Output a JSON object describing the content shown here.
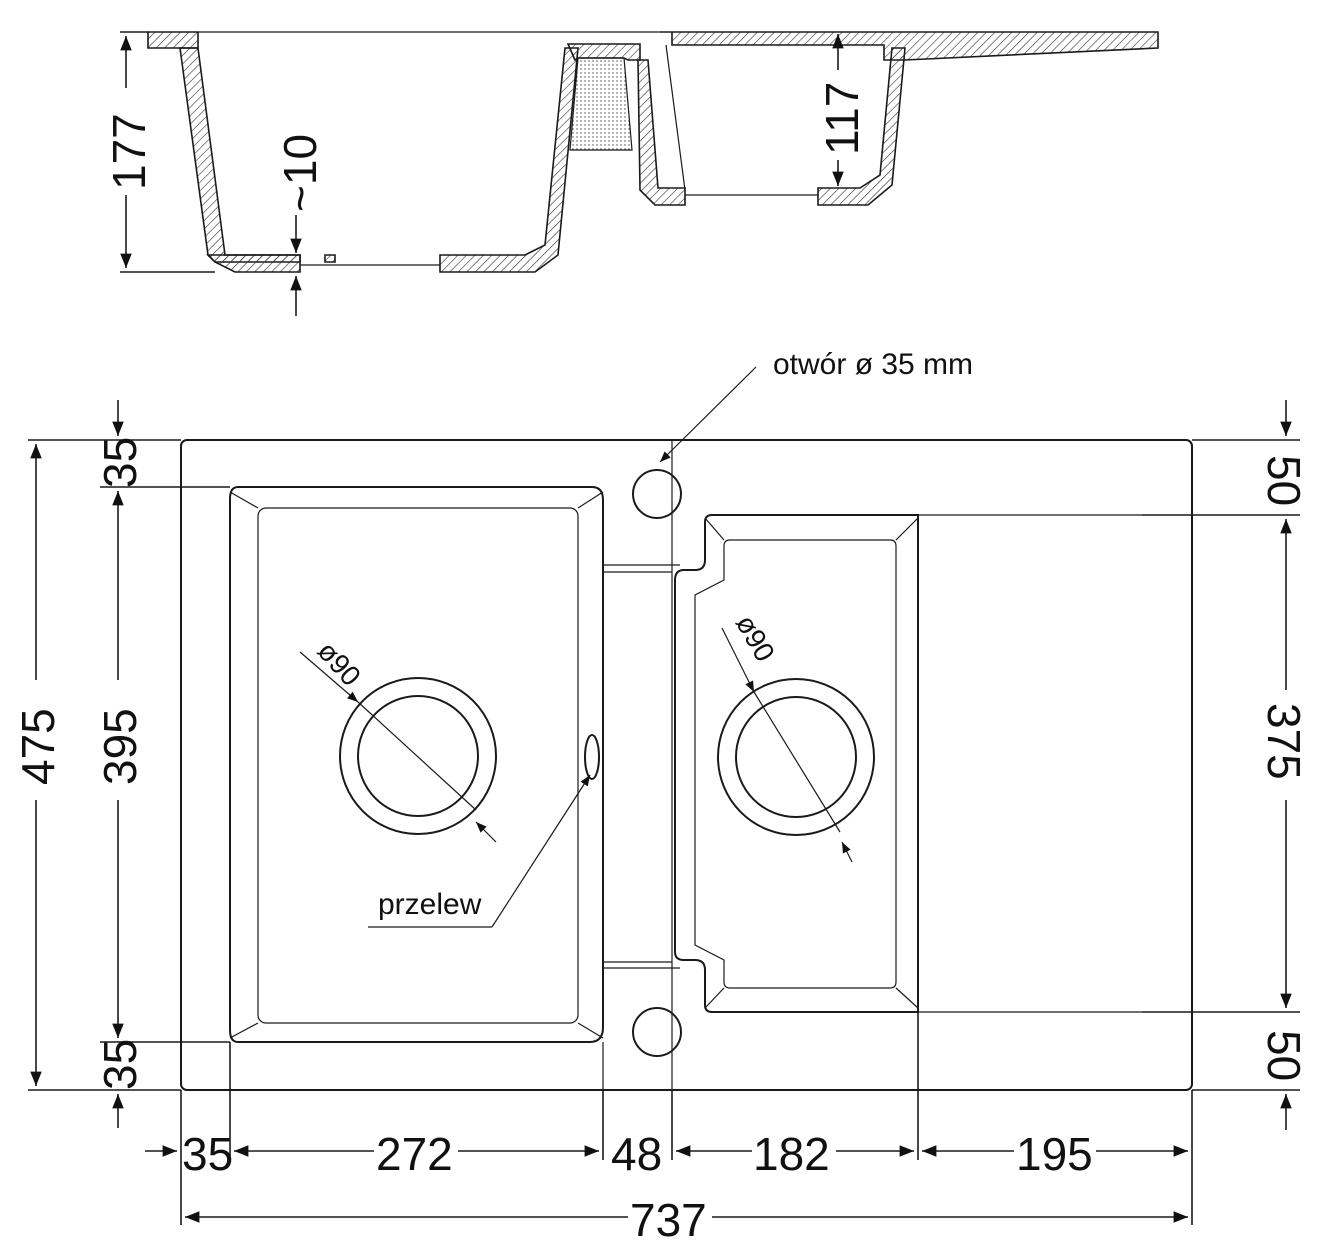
{
  "section_dims": {
    "total_depth": "177",
    "bowl_depth": "117",
    "wall": "~10"
  },
  "labels": {
    "hole": "otwór ø 35 mm",
    "overflow": "przelew",
    "drain_left": "ø90",
    "drain_right": "ø90"
  },
  "left_dims": {
    "overall": "475",
    "bowl": "395",
    "top_margin": "35",
    "bottom_margin": "35"
  },
  "right_dims": {
    "top": "50",
    "middle": "375",
    "bottom": "50"
  },
  "bottom_dims": {
    "a": "35",
    "b": "272",
    "c": "48",
    "d": "182",
    "e": "195",
    "total": "737"
  }
}
